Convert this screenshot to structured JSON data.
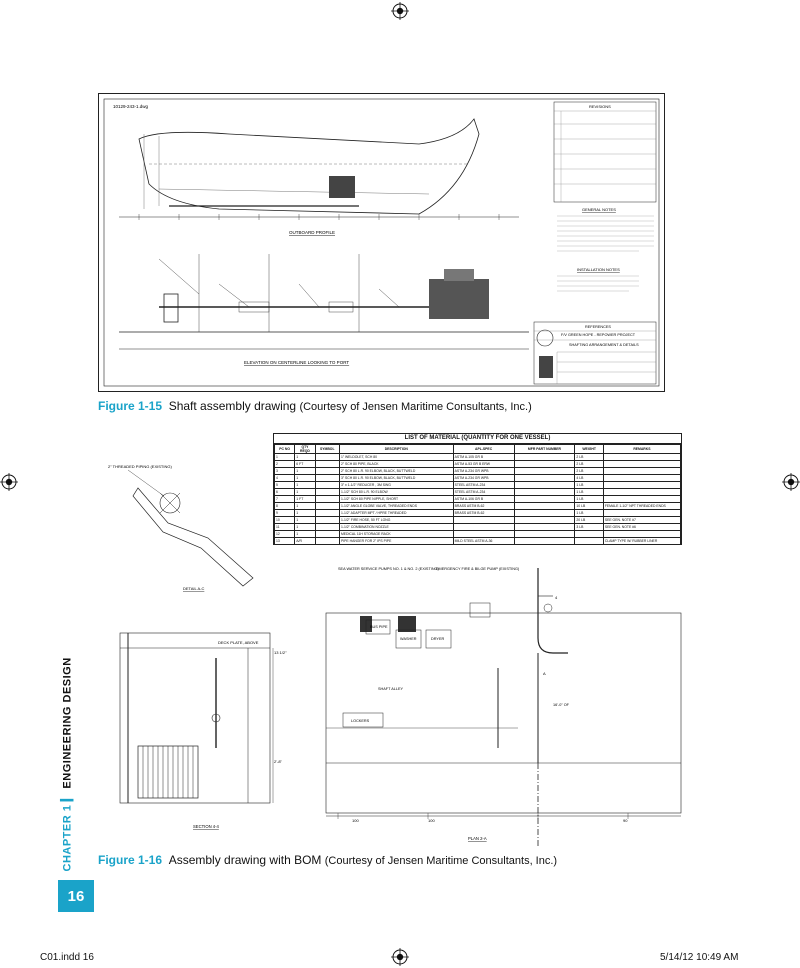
{
  "page": {
    "chapter_label": "CHAPTER 1",
    "chapter_title": "ENGINEERING DESIGN",
    "page_number": "16",
    "footer_file": "C01.indd   16",
    "footer_timestamp": "5/14/12   10:49 AM",
    "accent_color": "#1aa3c9"
  },
  "figure_15": {
    "label": "Figure 1-15",
    "title": "Shaft assembly drawing",
    "credit": "(Courtesy of Jensen Maritime Consultants, Inc.)",
    "drawing_number": "10129-243-1.dwg",
    "view_outboard": "OUTBOARD PROFILE",
    "view_elevation": "ELEVATION ON CENTERLINE LOOKING TO PORT",
    "notes_title": "GENERAL NOTES",
    "notes2_title": "INSTALLATION NOTES",
    "revisions_title": "REVISIONS",
    "references_title": "REFERENCES",
    "vessel": "F/V GREEN HOPE - REPOWER PROJECT",
    "drawing_title": "SHAFTING ARRANGEMENT & DETAILS"
  },
  "figure_16": {
    "label": "Figure 1-16",
    "title": "Assembly drawing with BOM",
    "credit": "(Courtesy of Jensen Maritime Consultants, Inc.)",
    "bom_title": "LIST OF MATERIAL (QUANTITY FOR ONE VESSEL)",
    "bom_headers": [
      "PC NO",
      "QTY REQD",
      "SYMBOL",
      "DESCRIPTION",
      "APL-SPEC",
      "MFR PART NUMBER",
      "WEIGHT",
      "REMARKS"
    ],
    "bom_rows": [
      [
        "1",
        "1",
        "",
        "1\" WELDOLET, SCH 80",
        "ASTM A-105 GR B",
        "",
        "2 LB",
        ""
      ],
      [
        "2",
        "6 FT",
        "",
        "2\" SCH 80 PIPE, BLACK",
        "ASTM A-53 GR B ERW",
        "",
        "2 LB",
        ""
      ],
      [
        "3",
        "1",
        "",
        "2\" SCH 80 L.R. 90 ELBOW, BLACK, BUTTWELD",
        "ASTM A-234 GR WPB",
        "",
        "2 LB",
        ""
      ],
      [
        "4",
        "1",
        "",
        "3\" SCH 80 L.R. 90 ELBOW, BLACK, BUTTWELD",
        "ASTM A-234 GR WPB",
        "",
        "4 LB",
        ""
      ],
      [
        "5",
        "1",
        "",
        "3\" x 1-1/2\" REDUCER , 3M SWG",
        "STEEL ASTM A-234",
        "",
        "1 LB",
        ""
      ],
      [
        "6",
        "1",
        "",
        "1-1/2\" SCH 80 L.R. 90 ELBOW",
        "STEEL ASTM A-234",
        "",
        "1 LB",
        ""
      ],
      [
        "7",
        "1 FT",
        "",
        "1-1/2\" SCH 80 PIPE NIPPLE, SHORT",
        "ASTM A-106 GR B",
        "",
        "1 LB",
        ""
      ],
      [
        "8",
        "1",
        "",
        "1-1/2\" ANGLE GLOBE VALVE, THREADED ENDS",
        "BRASS ASTM B-62",
        "",
        "10 LB",
        "FEMALE 1-1/2\" NPT THREADED ENDS"
      ],
      [
        "9",
        "1",
        "",
        "1-1/2\" ADAPTER MPT / HPRE THREADED",
        "BRASS ASTM B-62",
        "",
        "1 LB",
        ""
      ],
      [
        "10",
        "1",
        "",
        "1-1/2\" FIRE HOSE, 50 FT LONG",
        "",
        "",
        "20 LB",
        "SEE GEN. NOTE #7"
      ],
      [
        "11",
        "1",
        "",
        "1-1/2\" COMBINATION NOZZLE",
        "",
        "",
        "3 LB",
        "SEE GEN. NOTE #6"
      ],
      [
        "12",
        "1",
        "",
        "MEDICAL 11H STORAGE RACK",
        "",
        "",
        "",
        ""
      ],
      [
        "13",
        "A/R",
        "",
        "PIPE HANGER FOR 2\" IPS PIPE",
        "MILD STEEL ASTM A-36",
        "",
        "",
        "CLAMP TYPE W/ RUBBER LINER"
      ]
    ],
    "detail_title": "DETAIL A-C",
    "section_title": "SECTION 4-4",
    "plan_title": "PLAN 2-A",
    "labels": {
      "threaded_piping": "2\" THREADED PIPING (EXISTING)",
      "deck_plate": "DECK PLATE, ABOVE",
      "sea_pumps": "SEA WATER SERVICE PUMPS NO. 1 & NO. 2 (EXISTING)",
      "emergency_pump": "EMERGENCY FIRE & BILGE PUMP (EXISTING)",
      "bus_pipe": "BUS PIPE",
      "washer": "WASHER",
      "dryer": "DRYER",
      "lockers": "LOCKERS",
      "shaft_alley": "SHAFT ALLEY",
      "dim_1": "13 1/2\"",
      "dim_2": "2'-8\"",
      "dim_3": "16'-0\" OF",
      "frame_100a": "100",
      "frame_100b": "100",
      "frame_90": "90",
      "section_a": "A",
      "section_4": "4"
    }
  }
}
